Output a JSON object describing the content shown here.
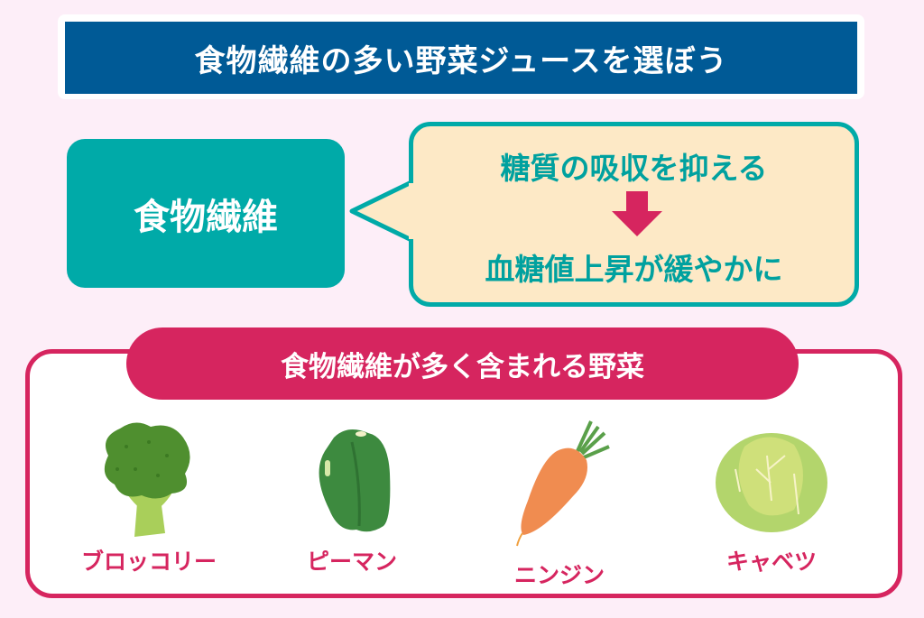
{
  "title": "食物繊維の多い野菜ジュースを選ぼう",
  "fiber_label": "食物繊維",
  "effects": {
    "line1": "糖質の吸収を抑える",
    "line2": "血糖値上昇が緩やかに"
  },
  "vegetables_section": {
    "heading": "食物繊維が多く含まれる野菜",
    "items": [
      {
        "label": "ブロッコリー",
        "icon": "broccoli-icon"
      },
      {
        "label": "ピーマン",
        "icon": "green-pepper-icon"
      },
      {
        "label": "ニンジン",
        "icon": "carrot-icon"
      },
      {
        "label": "キャベツ",
        "icon": "cabbage-icon"
      }
    ]
  },
  "colors": {
    "background": "#fdeef8",
    "title_bar": "#005a96",
    "teal": "#00aaa8",
    "cream": "#fde9c6",
    "magenta": "#d6255f"
  }
}
